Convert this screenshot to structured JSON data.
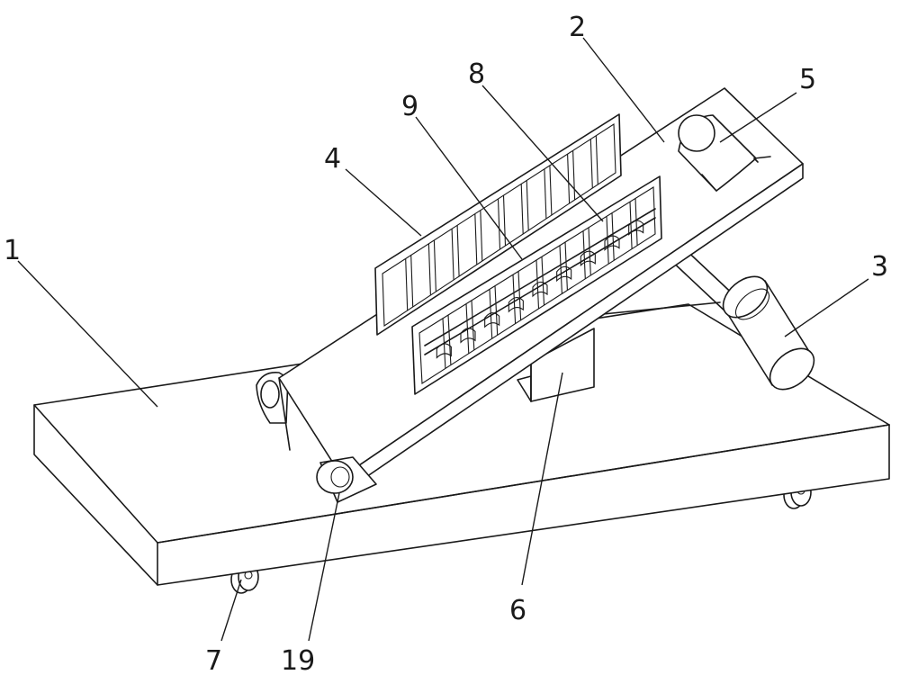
{
  "labels": {
    "base": "1",
    "inclined_plate": "2",
    "cylinder": "3",
    "solar_panel_upper": "4",
    "motor": "5",
    "support_column": "6",
    "wheel": "7",
    "brush_rail": "8",
    "brushes": "9",
    "hinge": "19"
  }
}
